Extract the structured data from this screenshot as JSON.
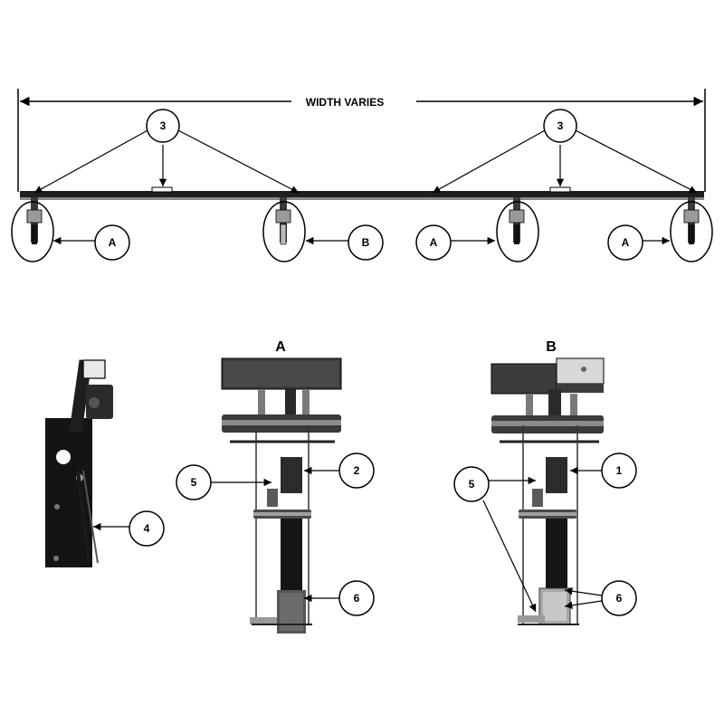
{
  "top": {
    "width_label": "WIDTH VARIES",
    "callouts": [
      "3",
      "3",
      "A",
      "B",
      "A",
      "A"
    ]
  },
  "detail_a": {
    "title": "A",
    "callouts": [
      "5",
      "2",
      "6"
    ]
  },
  "detail_b": {
    "title": "B",
    "callouts": [
      "5",
      "1",
      "6"
    ]
  },
  "side_view": {
    "callouts": [
      "4"
    ]
  },
  "colors": {
    "ink": "#000000",
    "dark_part": "#2a2a2a",
    "mid_part": "#6b6b6b",
    "light_part": "#c8c8c8"
  }
}
